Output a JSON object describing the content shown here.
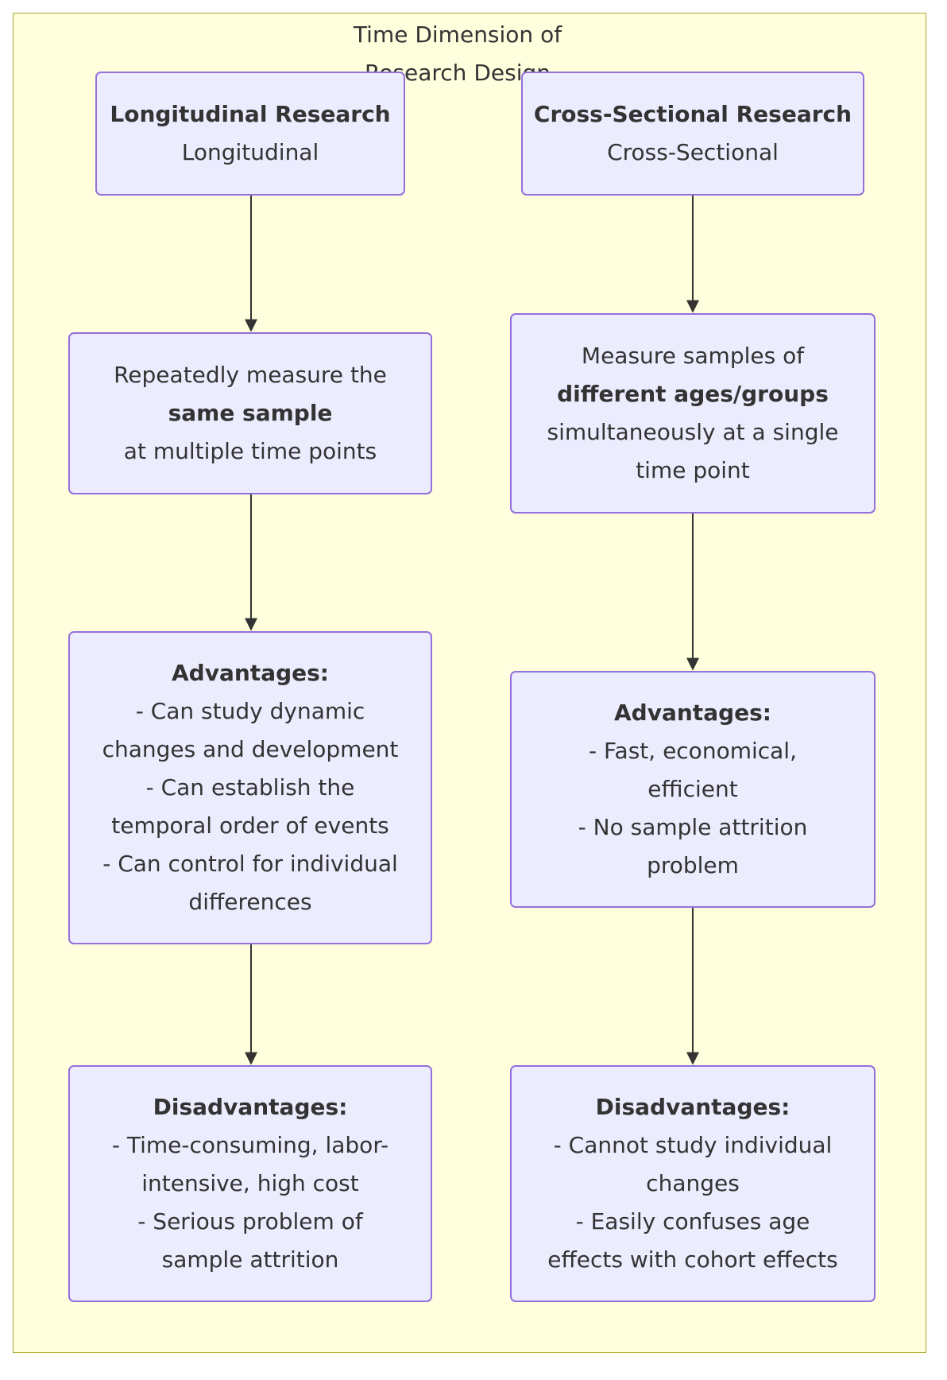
{
  "diagram": {
    "group_title": "Time Dimension of Research Design",
    "longitudinal": {
      "header": {
        "title": "Longitudinal Research",
        "subtitle": "Longitudinal"
      },
      "description": {
        "line1": "Repeatedly measure the",
        "emphasis": "same sample",
        "line3": "at multiple time points"
      },
      "advantages": {
        "title": "Advantages:",
        "lines": [
          "- Can study dynamic",
          "changes and development",
          "- Can establish the",
          "temporal order of events",
          "- Can control for individual",
          "differences"
        ]
      },
      "disadvantages": {
        "title": "Disadvantages:",
        "lines": [
          "- Time-consuming, labor-",
          "intensive, high cost",
          "- Serious problem of",
          "sample attrition"
        ]
      }
    },
    "cross_sectional": {
      "header": {
        "title": "Cross-Sectional Research",
        "subtitle": "Cross-Sectional"
      },
      "description": {
        "line1": "Measure samples of",
        "emphasis": "different ages/groups",
        "line3": "simultaneously at a single",
        "line4": "time point"
      },
      "advantages": {
        "title": "Advantages:",
        "lines": [
          "- Fast, economical,",
          "efficient",
          "- No sample attrition",
          "problem"
        ]
      },
      "disadvantages": {
        "title": "Disadvantages:",
        "lines": [
          "- Cannot study individual",
          "changes",
          "- Easily confuses age",
          "effects with cohort effects"
        ]
      }
    },
    "colors": {
      "node_fill": "#ececff",
      "node_border": "#9370db",
      "group_fill": "#ffffde",
      "group_border": "#aaaa33",
      "edge": "#333333"
    }
  }
}
